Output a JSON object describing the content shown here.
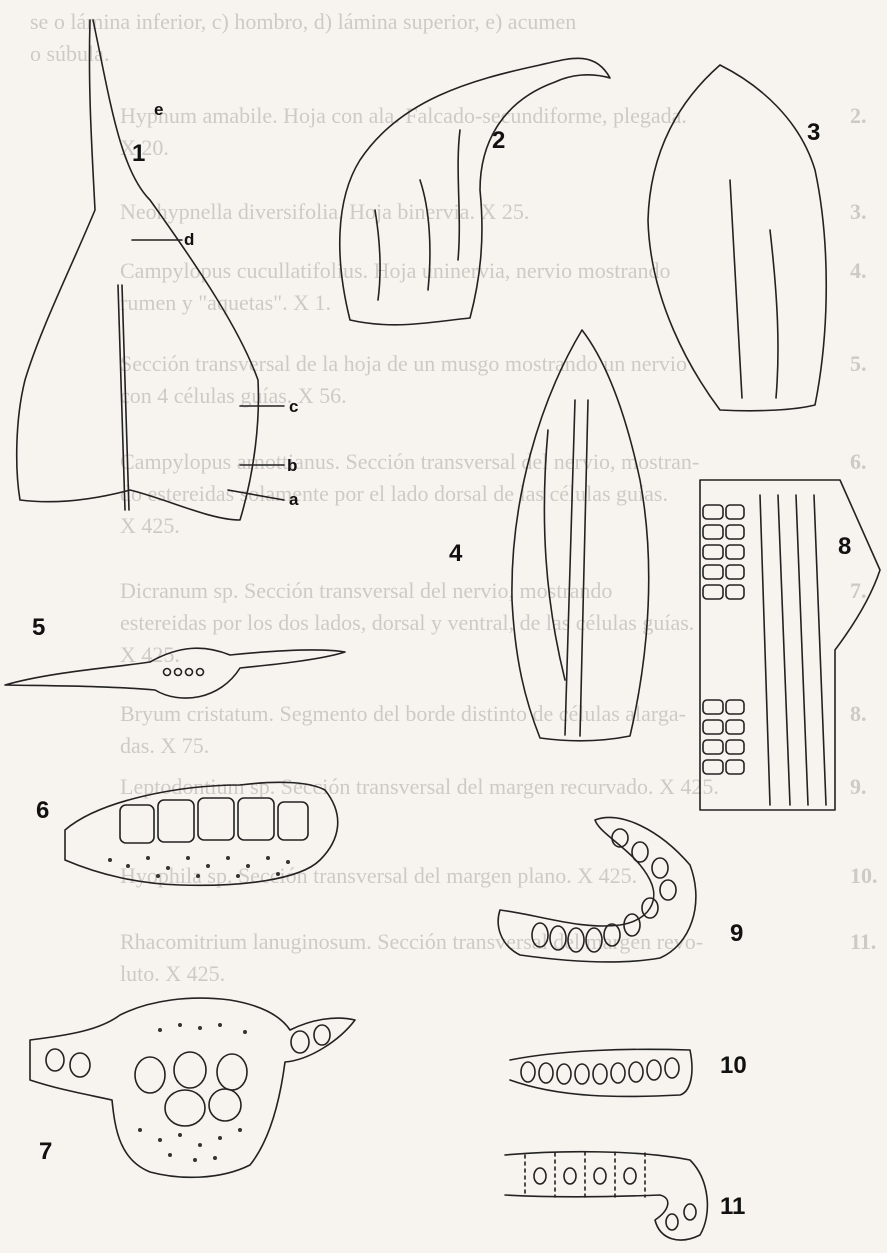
{
  "show_through_text": [
    {
      "num": "",
      "text": "se o lámina inferior, c) hombro, d) lámina superior, e) acumen"
    },
    {
      "num": "",
      "text": "o súbula."
    },
    {
      "num": "2.",
      "text": "Hypnum amabile. Hoja con ala. Falcado-secundiforme, plegada."
    },
    {
      "num": "",
      "text": "X 20."
    },
    {
      "num": "3.",
      "text": "Neohypnella diversifolia. Hoja binervia. X 25."
    },
    {
      "num": "4.",
      "text": "Campylopus cucullatifolius. Hoja uninervia, nervio mostrando"
    },
    {
      "num": "",
      "text": "rumen y \"aquetas\". X 1."
    },
    {
      "num": "5.",
      "text": "Sección transversal de la hoja de un musgo mostrando un nervio"
    },
    {
      "num": "",
      "text": "con 4 células guías. X 56."
    },
    {
      "num": "6.",
      "text": "Campylopus arnottianus. Sección transversal del nervio, mostran-"
    },
    {
      "num": "",
      "text": "do estereidas solamente por el lado dorsal de las células guías."
    },
    {
      "num": "",
      "text": "X 425."
    },
    {
      "num": "7.",
      "text": "Dicranum sp. Sección transversal del nervio, mostrando"
    },
    {
      "num": "",
      "text": "estereidas por los dos lados, dorsal y ventral, de las células guías."
    },
    {
      "num": "",
      "text": "X 425."
    },
    {
      "num": "8.",
      "text": "Bryum cristatum. Segmento del borde distinto de células alarga-"
    },
    {
      "num": "",
      "text": "das. X 75."
    },
    {
      "num": "9.",
      "text": "Leptodontium sp. Sección transversal del margen recurvado. X 425."
    },
    {
      "num": "10.",
      "text": "Hyophila sp. Sección transversal del margen plano. X 425."
    },
    {
      "num": "11.",
      "text": "Rhacomitrium lanuginosum. Sección transversal del margen revo-"
    },
    {
      "num": "",
      "text": "luto. X 425."
    }
  ],
  "figure_labels": {
    "f1": "1",
    "f2": "2",
    "f3": "3",
    "f4": "4",
    "f5": "5",
    "f6": "6",
    "f7": "7",
    "f8": "8",
    "f9": "9",
    "f10": "10",
    "f11": "11"
  },
  "part_labels": {
    "a": "a",
    "b": "b",
    "c": "c",
    "d": "d",
    "e": "e"
  }
}
